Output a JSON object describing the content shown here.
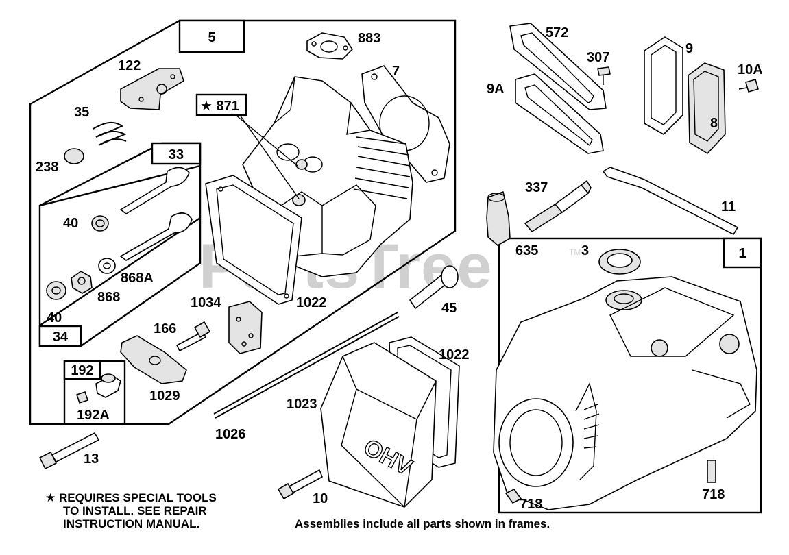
{
  "watermark": {
    "text": "PartsTree",
    "tm": "TM"
  },
  "frames": {
    "head_assembly": "5",
    "valve_group": "33",
    "valve_group_outer": "34",
    "oil_fill": "192",
    "crankcase": "1"
  },
  "callouts": {
    "p883": "883",
    "p7": "7",
    "p122": "122",
    "p35": "35",
    "p238": "238",
    "p871": "★ 871",
    "p40a": "40",
    "p40b": "40",
    "p868a": "868A",
    "p868": "868",
    "p1034": "1034",
    "p1022a": "1022",
    "p166": "166",
    "p1029": "1029",
    "p192a": "192A",
    "p572": "572",
    "p307": "307",
    "p9": "9",
    "p10a": "10A",
    "p9a": "9A",
    "p8": "8",
    "p337": "337",
    "p11": "11",
    "p635": "635",
    "p3": "3",
    "p45": "45",
    "p1022b": "1022",
    "p1023": "1023",
    "p1026": "1026",
    "p13": "13",
    "p10": "10",
    "p718a": "718",
    "p718b": "718"
  },
  "cover_text": "OHV",
  "notes": {
    "special_tools_line1": "★ REQUIRES SPECIAL TOOLS",
    "special_tools_line2": "TO INSTALL.  SEE REPAIR",
    "special_tools_line3": "INSTRUCTION MANUAL.",
    "assemblies": "Assemblies include all parts shown in frames."
  }
}
